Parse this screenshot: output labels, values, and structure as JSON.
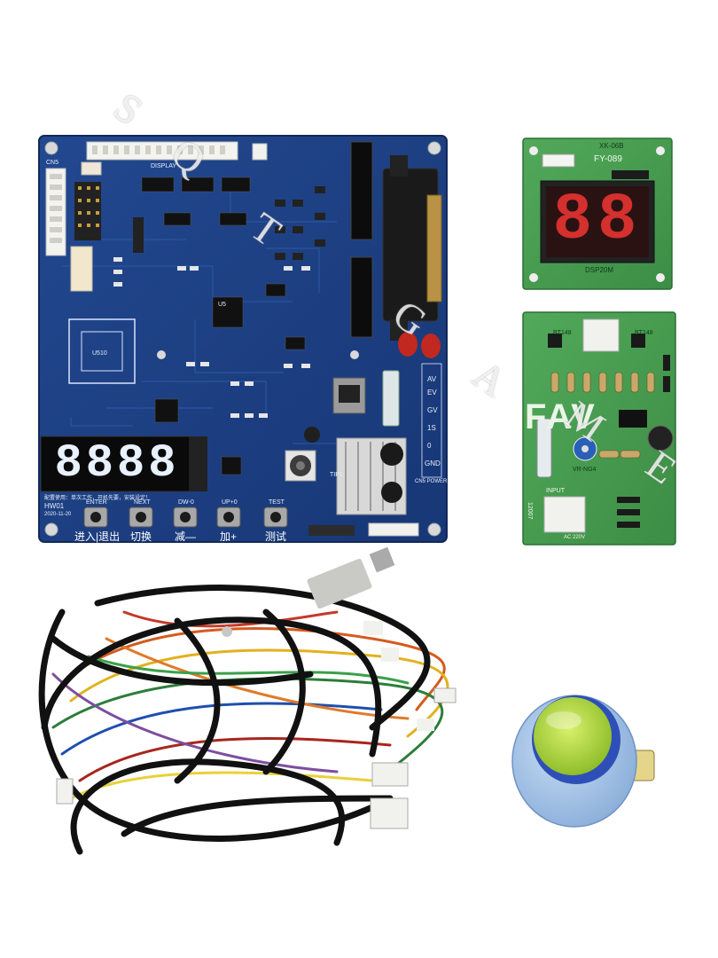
{
  "main_board": {
    "header_label": "DISPLAY",
    "left_connector_label": "CN5",
    "display_digits": "8888",
    "board_id": "HW01",
    "board_date": "2020-11-20",
    "chip_label": "U5",
    "chip_label_2": "U510",
    "notice_text": "配置使用：单次工作，开机先要，安装设定！",
    "buttons": [
      {
        "top": "ENTER",
        "bottom": "进入|退出"
      },
      {
        "top": "NEXT",
        "bottom": "切换"
      },
      {
        "top": "DW-0",
        "bottom": "减—"
      },
      {
        "top": "UP+0",
        "bottom": "加+"
      },
      {
        "top": "TEST",
        "bottom": "测试"
      }
    ],
    "power_labels": [
      "AV",
      "EV",
      "GV",
      "1S",
      "0",
      "GND"
    ],
    "power_tag": "CN5 POWER",
    "relay_label": "TIP1"
  },
  "display_board": {
    "top_label": "XK-06B",
    "model_label": "FY-089",
    "digits": "88",
    "bottom_label": "DSP20M"
  },
  "power_board": {
    "logo_text": "FAV",
    "chip_a": "BT148",
    "chip_b": "BT148",
    "connector_label": "INPUT",
    "side_label": "12007",
    "bottom_label": "AC 220V",
    "rated": "VR-NG4"
  },
  "watermark": {
    "letters": [
      "S",
      "Q",
      "T",
      "G",
      "A",
      "M",
      "E"
    ]
  },
  "colors": {
    "main_board": "#1d3e86",
    "display_board": "#3f9a4a",
    "power_board": "#4aa04e",
    "segment_red": "#d3302e",
    "button_cap": "#b7dc3a",
    "button_body": "#a9c8ea"
  }
}
